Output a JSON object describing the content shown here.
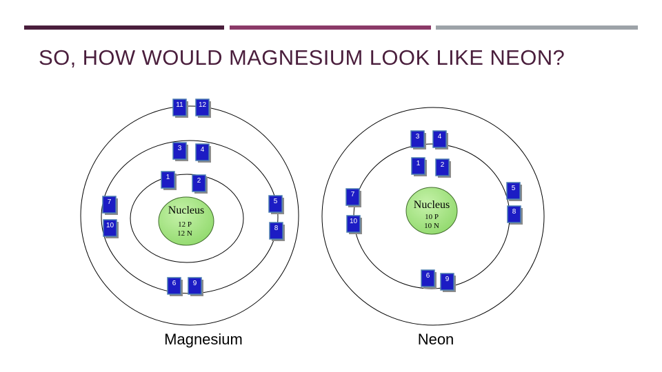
{
  "slide": {
    "title": "SO, HOW WOULD MAGNESIUM LOOK LIKE NEON?",
    "bar_colors": [
      "#4a1e3c",
      "#8b3a68",
      "#9da3a8"
    ]
  },
  "colors": {
    "electron_fill": "#1c1cc4",
    "electron_border": "#4d7fb0",
    "electron_shadow": "#8c8c8c",
    "nucleus_fill": "#9de27a",
    "nucleus_stroke": "#3f6b2a",
    "orbit_stroke": "#000000"
  },
  "atoms": [
    {
      "name": "Magnesium",
      "nucleus_title": "Nucleus",
      "protons": "12 P",
      "neutrons": "12 N",
      "electrons": [
        "1",
        "2",
        "3",
        "4",
        "5",
        "6",
        "7",
        "8",
        "9",
        "10",
        "11",
        "12"
      ]
    },
    {
      "name": "Neon",
      "nucleus_title": "Nucleus",
      "protons": "10 P",
      "neutrons": "10 N",
      "electrons": [
        "1",
        "2",
        "3",
        "4",
        "5",
        "6",
        "7",
        "8",
        "9",
        "10"
      ]
    }
  ]
}
